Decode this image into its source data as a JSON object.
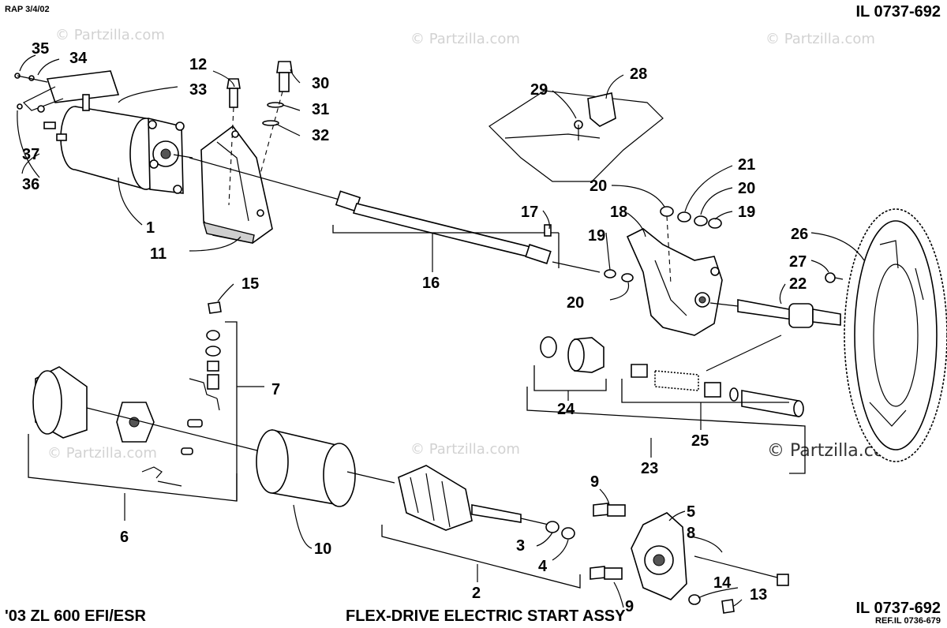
{
  "header": {
    "date_code": "RAP 3/4/02",
    "illustration_id_top": "IL 0737-692",
    "illustration_id_bottom": "IL 0737-692",
    "reference_id": "REF.IL 0736-679"
  },
  "footer": {
    "model": "'03 ZL 600 EFI/ESR",
    "assembly_title": "FLEX-DRIVE ELECTRIC START ASSY"
  },
  "watermark": {
    "small_text": "© Partzilla.com",
    "large_text": "© Partzilla.com"
  },
  "callouts": [
    "35",
    "34",
    "33",
    "12",
    "30",
    "31",
    "32",
    "28",
    "29",
    "37",
    "36",
    "1",
    "11",
    "16",
    "17",
    "18",
    "19",
    "20",
    "21",
    "20",
    "19",
    "26",
    "27",
    "22",
    "20",
    "15",
    "7",
    "24",
    "25",
    "23",
    "6",
    "10",
    "9",
    "5",
    "8",
    "3",
    "4",
    "2",
    "14",
    "13",
    "9"
  ]
}
